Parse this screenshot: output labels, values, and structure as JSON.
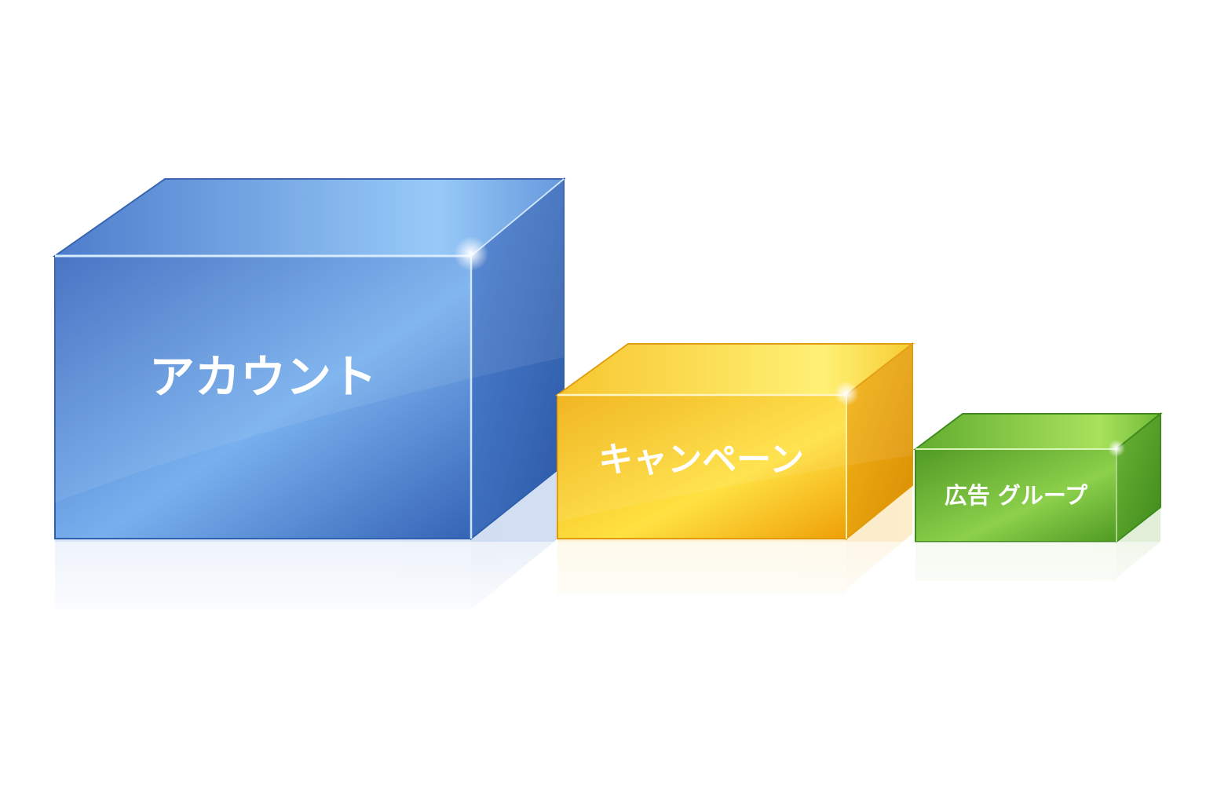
{
  "diagram": {
    "boxes": [
      {
        "id": "account",
        "label": "アカウント",
        "color": "#3f73c8"
      },
      {
        "id": "campaign",
        "label": "キャンペーン",
        "color": "#f2b515"
      },
      {
        "id": "ad-group",
        "label": "広告 グループ",
        "color": "#5ea52c"
      }
    ]
  }
}
